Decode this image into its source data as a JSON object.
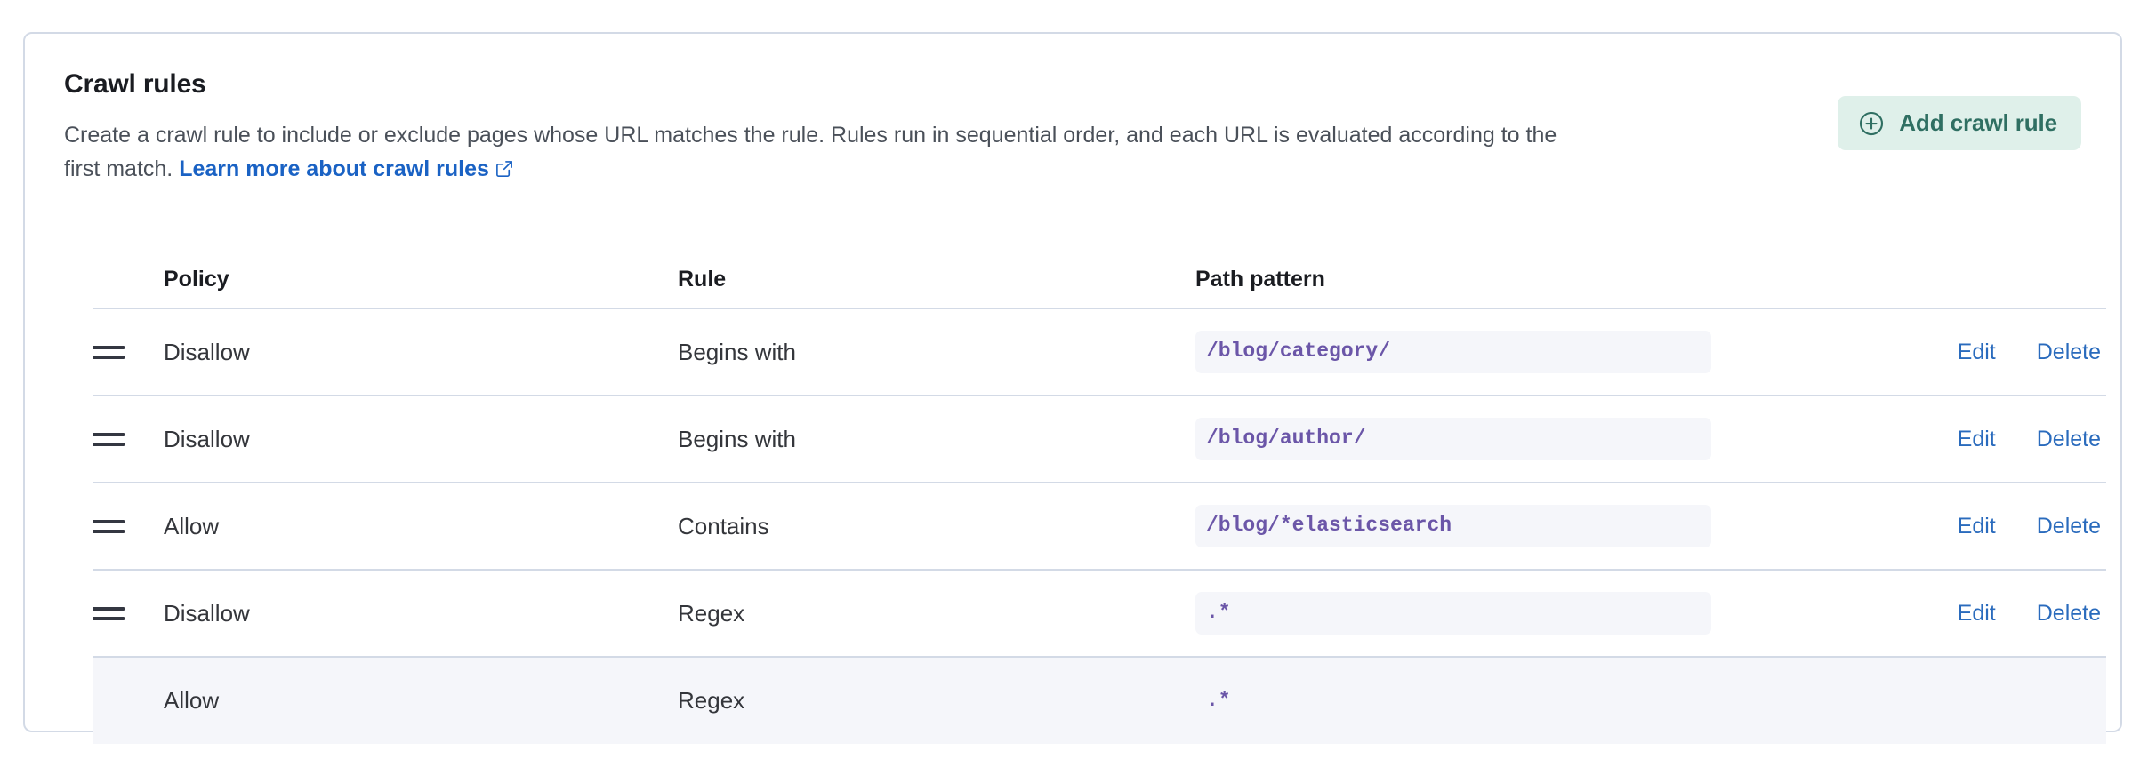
{
  "card": {
    "title": "Crawl rules",
    "description_part1": "Create a crawl rule to include or exclude pages whose URL matches the rule. Rules run in sequential order, and each URL is evaluated according to the first match. ",
    "learn_more_label": "Learn more about crawl rules",
    "external_link_icon": "external-link-icon"
  },
  "add_button": {
    "label": "Add crawl rule",
    "icon": "plus-in-circle-icon",
    "background_color": "#dff0ea",
    "text_color": "#2f6f62"
  },
  "table": {
    "columns": [
      "",
      "Policy",
      "Rule",
      "Path pattern",
      ""
    ],
    "headers": {
      "policy": "Policy",
      "rule": "Rule",
      "path_pattern": "Path pattern"
    },
    "action_labels": {
      "edit": "Edit",
      "delete": "Delete"
    },
    "rows": [
      {
        "handle": "drag-handle-icon",
        "policy": "Disallow",
        "rule": "Begins with",
        "path_pattern": "/blog/category/",
        "has_actions": true,
        "highlighted": false
      },
      {
        "handle": "drag-handle-icon",
        "policy": "Disallow",
        "rule": "Begins with",
        "path_pattern": "/blog/author/",
        "has_actions": true,
        "highlighted": false
      },
      {
        "handle": "drag-handle-icon",
        "policy": "Allow",
        "rule": "Contains",
        "path_pattern": "/blog/*elasticsearch",
        "has_actions": true,
        "highlighted": false
      },
      {
        "handle": "drag-handle-icon",
        "policy": "Disallow",
        "rule": "Regex",
        "path_pattern": ".*",
        "has_actions": true,
        "highlighted": false
      },
      {
        "handle": "",
        "policy": "Allow",
        "rule": "Regex",
        "path_pattern": ".*",
        "has_actions": false,
        "highlighted": true
      }
    ]
  },
  "colors": {
    "card_border": "#d3dae6",
    "link": "#2a6bbd",
    "code_text": "#6b56a8",
    "code_bg": "#f5f6fa",
    "row_highlight_bg": "#f5f6fa"
  }
}
